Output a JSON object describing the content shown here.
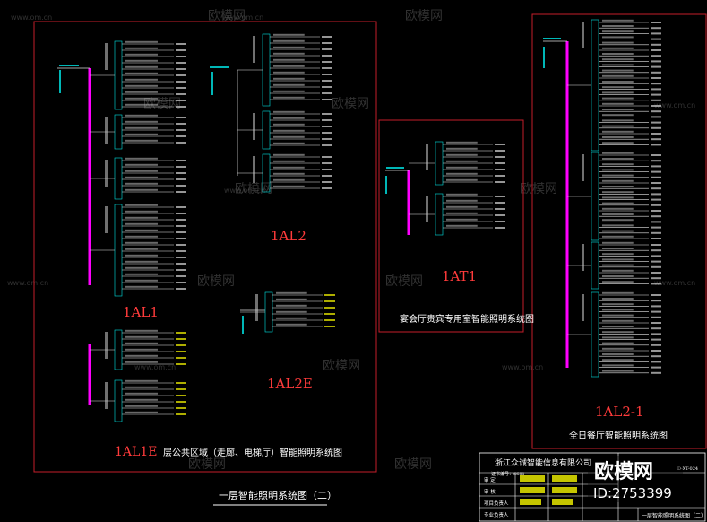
{
  "watermarks": {
    "brand": "欧模网",
    "url": "www.om.cn"
  },
  "panels": {
    "al1": "1AL1",
    "al2": "1AL2",
    "al2e": "1AL2E",
    "al1e": "1AL1E",
    "at1": "1AT1",
    "at1_title": "宴会厅贵宾专用室智能照明系统图",
    "al21": "1AL2-1",
    "al21_title": "全日餐厅智能照明系统图",
    "public_title": "层公共区域（走廊、电梯厅）智能照明系统图"
  },
  "sheet_title": "一层智能照明系统图（二）",
  "title_block": {
    "company": "浙江众诚智能信息有限公司",
    "cert": "证书编号：6681",
    "row_labels": [
      "审 定",
      "审 核",
      "项目负责人",
      "专业负责人"
    ],
    "drawing_no": "D-XT-024",
    "drawing_name": "一层智能照明系统图（二）"
  },
  "stamp": {
    "logo": "欧模网",
    "id": "ID:2753399"
  },
  "colors": {
    "bg": "#000000",
    "frame": "#c41e2a",
    "bus": "#ff00ff",
    "cyan": "#00e5e5",
    "red_label": "#ff3b3b",
    "yellow": "#e8e800"
  }
}
